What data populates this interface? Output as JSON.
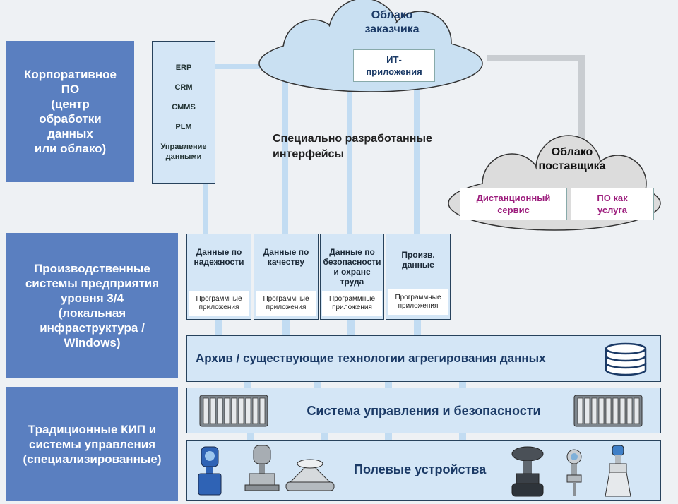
{
  "side_labels": {
    "corporate": "Корпоративное\nПО\n(центр\nобработки\nданных\nили облако)",
    "production": "Производственные\nсистемы предприятия\nуровня 3/4\n(локальная\nинфраструктура /\nWindows)",
    "traditional": "Традиционные КИП и\nсистемы управления\n(специализированные)"
  },
  "enterprise_box": {
    "items": [
      "ERP",
      "CRM",
      "CMMS",
      "PLM",
      "Управление\nданными"
    ]
  },
  "customer_cloud": {
    "title": "Облако\nзаказчика",
    "app_box": "ИТ-\nприложения"
  },
  "supplier_cloud": {
    "title": "Облако\nпоставщика",
    "remote_service": "Дистанционный\nсервис",
    "saas": "ПО как\nуслуга"
  },
  "interfaces_label": "Специально разработанные\nинтерфейсы",
  "modules": [
    {
      "title": "Данные по\nнадежности",
      "sub": "Программные\nприложения"
    },
    {
      "title": "Данные по\nкачеству",
      "sub": "Программные\nприложения"
    },
    {
      "title": "Данные по\nбезопасности\nи охране\nтруда",
      "sub": "Программные\nприложения"
    },
    {
      "title": "Произв.\nданные",
      "sub": "Программные\nприложения"
    }
  ],
  "archive_band": "Архив / существующие технологии агрегирования данных",
  "control_band": "Система управления и безопасности",
  "field_band": "Полевые устройства",
  "icons": {
    "database": "database-icon",
    "controller": "controller-rack-icon",
    "field_devices": [
      "flowmeter-icon",
      "pressure-transmitter-icon",
      "coriolis-meter-icon",
      "valve-actuator-icon",
      "level-transmitter-icon",
      "radar-gauge-icon"
    ]
  },
  "colors": {
    "side_label_bg": "#5a7fc0",
    "box_bg": "#d4e6f6",
    "title_text": "#1b3a66",
    "accent_purple": "#9c1c7c"
  }
}
